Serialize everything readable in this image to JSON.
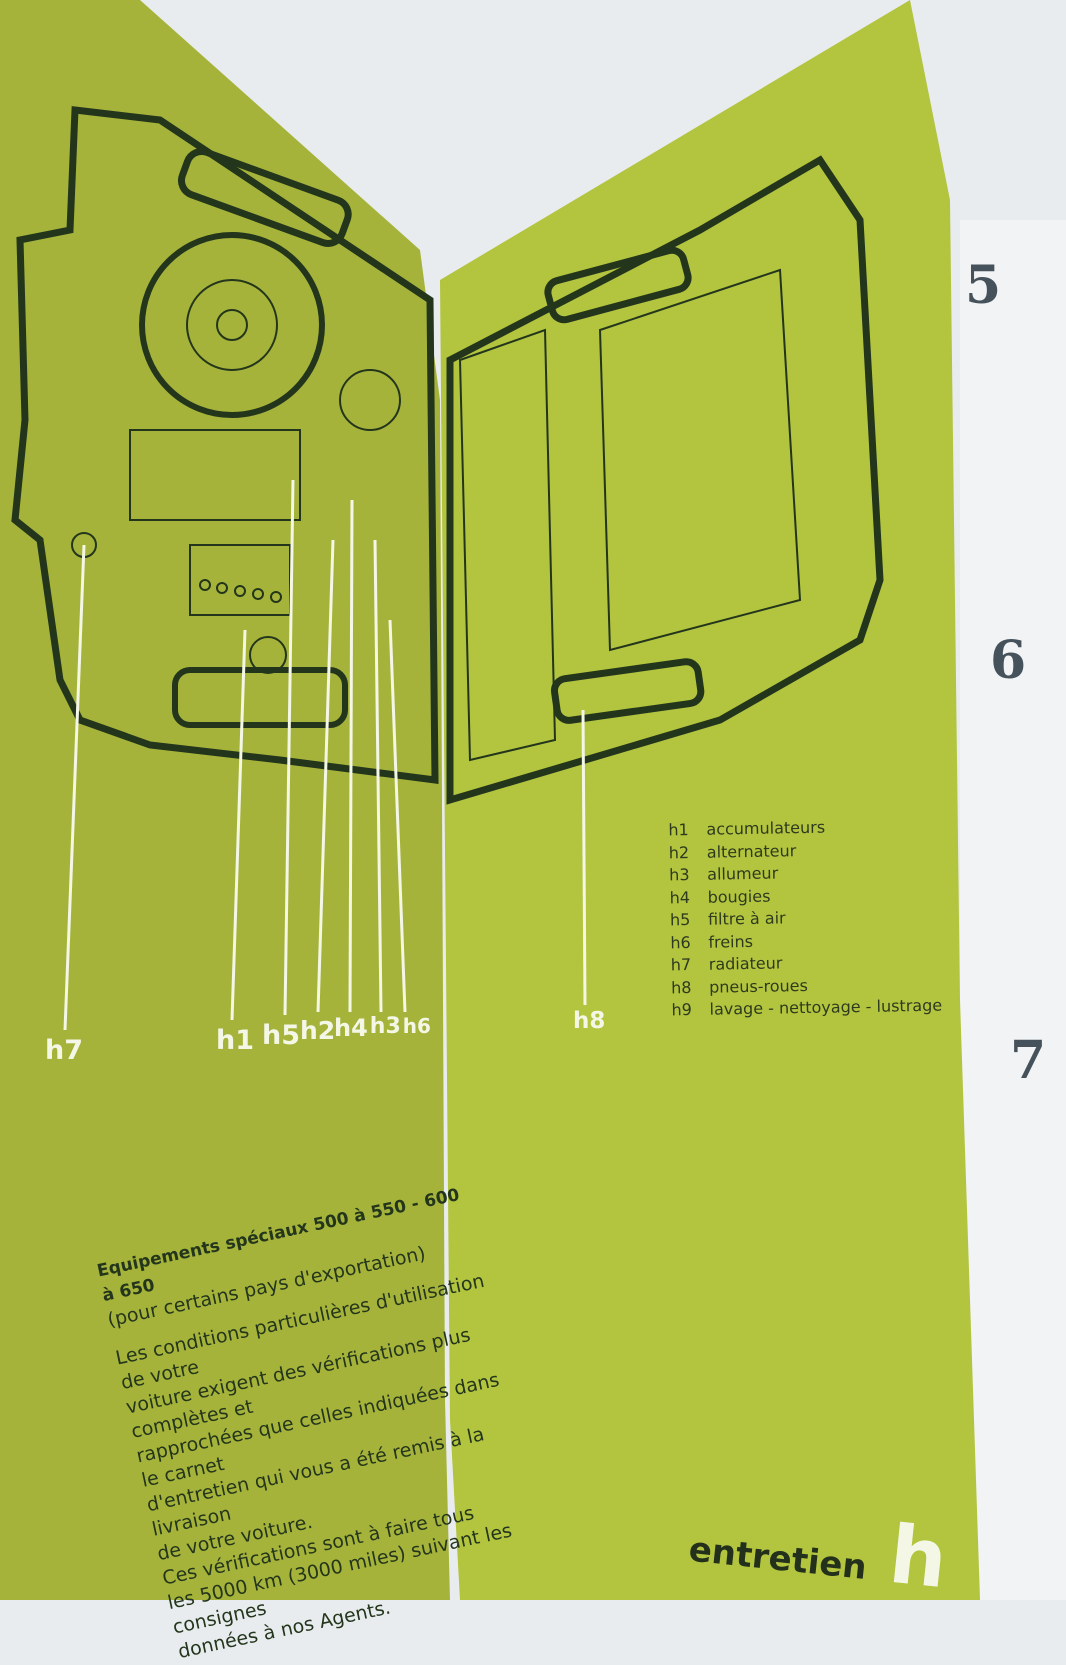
{
  "tabs": [
    "5",
    "6",
    "7"
  ],
  "labels_left": [
    "h7",
    "h1",
    "h5",
    "h2",
    "h4",
    "h3",
    "h6"
  ],
  "label_right": "h8",
  "legend": [
    {
      "key": "h1",
      "text": "accumulateurs"
    },
    {
      "key": "h2",
      "text": "alternateur"
    },
    {
      "key": "h3",
      "text": "allumeur"
    },
    {
      "key": "h4",
      "text": "bougies"
    },
    {
      "key": "h5",
      "text": "filtre à air"
    },
    {
      "key": "h6",
      "text": "freins"
    },
    {
      "key": "h7",
      "text": "radiateur"
    },
    {
      "key": "h8",
      "text": "pneus-roues"
    },
    {
      "key": "h9",
      "text": "lavage - nettoyage - lustrage"
    }
  ],
  "section": {
    "title": "Equipements spéciaux 500 à 550 - 600 à 650",
    "subtitle": "(pour certains pays d'exportation)",
    "lines": [
      "Les conditions particulières d'utilisation de votre",
      "voiture exigent des vérifications plus complètes et",
      "rapprochées que celles indiquées dans le carnet",
      "d'entretien qui vous a été remis à la livraison",
      "de votre voiture.",
      "Ces vérifications sont à faire tous",
      "les 5000 km (3000 miles) suivant les consignes",
      "données à nos Agents."
    ]
  },
  "footer": {
    "word": "entretien",
    "letter": "h"
  },
  "colors": {
    "left_page": "#a6b33a",
    "right_page": "#b3c43f",
    "ink": "#23361c"
  }
}
